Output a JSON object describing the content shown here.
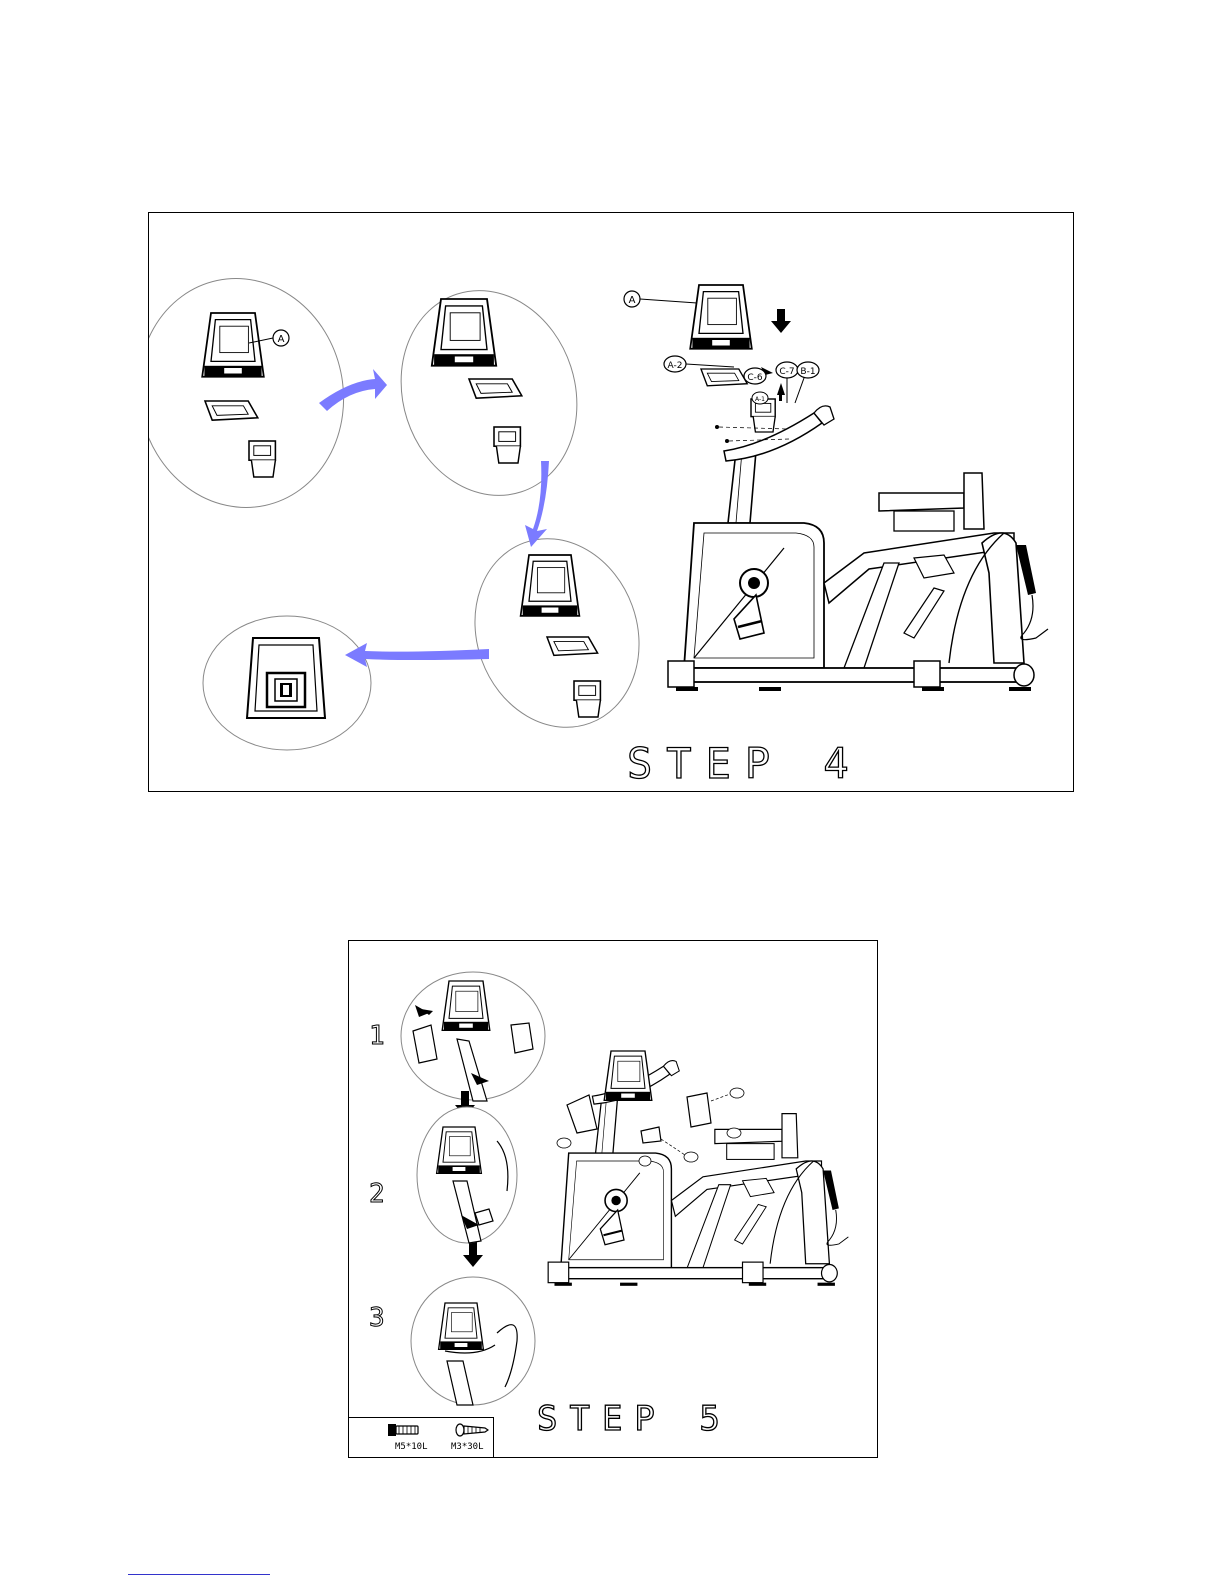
{
  "step4": {
    "title": "STEP 4",
    "labels": {
      "a_inset": "A",
      "a": "A",
      "a2": "A-2",
      "c6": "C-6",
      "c7": "C-7",
      "b1": "B-1",
      "a_small": "A-1"
    }
  },
  "step5": {
    "title": "STEP 5",
    "substeps": [
      "1",
      "2",
      "3"
    ],
    "legend": [
      {
        "label": "M5*10L",
        "icon": "bolt-icon"
      },
      {
        "label": "M3*30L",
        "icon": "screw-icon"
      }
    ]
  },
  "colors": {
    "arrow": "#7b7bff",
    "line": "#000000"
  }
}
